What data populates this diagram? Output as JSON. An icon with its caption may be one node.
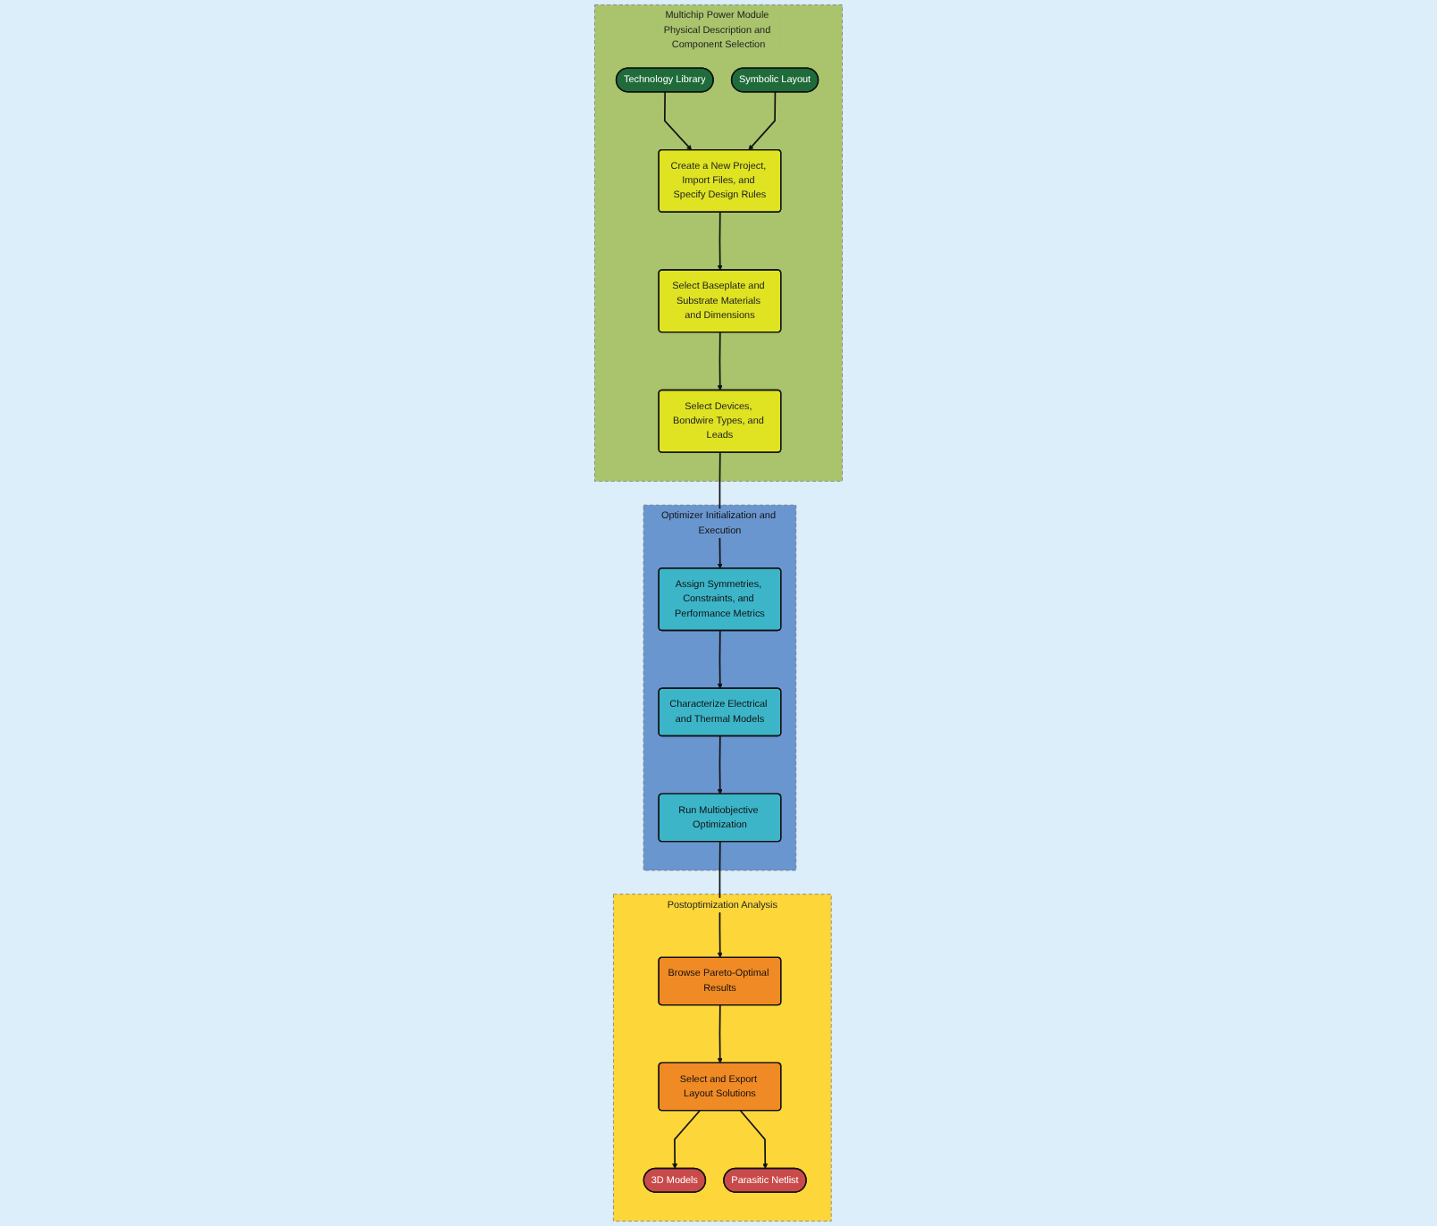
{
  "diagram": {
    "nodes": [
      {
        "text": [
          "Multichip Power Module Physical Description and Component Selection"
        ]
      },
      {
        "text": [
          "Technology Library"
        ],
        "in": 0
      },
      {
        "text": [
          "Symbolic Layout"
        ],
        "in": 0
      },
      {
        "text": [
          "Create a New Project, Import Files, and Specify Design Rules"
        ],
        "in": 0
      },
      {
        "text": [
          "Select Baseplate and Substrate Materials and Dimensions"
        ],
        "in": 0
      },
      {
        "text": [
          "Select Devices, Bondwire Types, and Leads"
        ],
        "in": 0
      },
      {
        "text": [
          "Optimizer Initialization and Execution"
        ]
      },
      {
        "text": [
          "Assign Symmetries, Constraints, and Performance Metrics"
        ],
        "in": 6
      },
      {
        "text": [
          "Characterize Electrical and Thermal Models"
        ],
        "in": 6
      },
      {
        "text": [
          "Run Multiobjective Optimization"
        ],
        "in": 6
      },
      {
        "text": [
          "Postoptimization Analysis"
        ]
      },
      {
        "text": [
          "Browse Pareto-Optimal Results"
        ],
        "in": 10
      },
      {
        "text": [
          "Select and Export Layout Solutions"
        ],
        "in": 10
      },
      {
        "text": [
          "3D Models"
        ],
        "in": 10
      },
      {
        "text": [
          "Parasitic Netlist"
        ],
        "in": 10
      }
    ],
    "edges": [
      {
        "from": 1,
        "to": 3,
        "arrow": "to"
      },
      {
        "from": 2,
        "to": 3,
        "arrow": "to"
      },
      {
        "from": 3,
        "to": 4,
        "arrow": "to"
      },
      {
        "from": 4,
        "to": 5,
        "arrow": "to"
      },
      {
        "from": 5,
        "to": 7,
        "arrow": "to"
      },
      {
        "from": 7,
        "to": 8,
        "arrow": "to"
      },
      {
        "from": 8,
        "to": 9,
        "arrow": "to"
      },
      {
        "from": 9,
        "to": 11,
        "arrow": "to"
      },
      {
        "from": 11,
        "to": 12,
        "arrow": "to"
      },
      {
        "from": 12,
        "to": 13,
        "arrow": "to"
      },
      {
        "from": 12,
        "to": 14,
        "arrow": "to"
      }
    ]
  }
}
